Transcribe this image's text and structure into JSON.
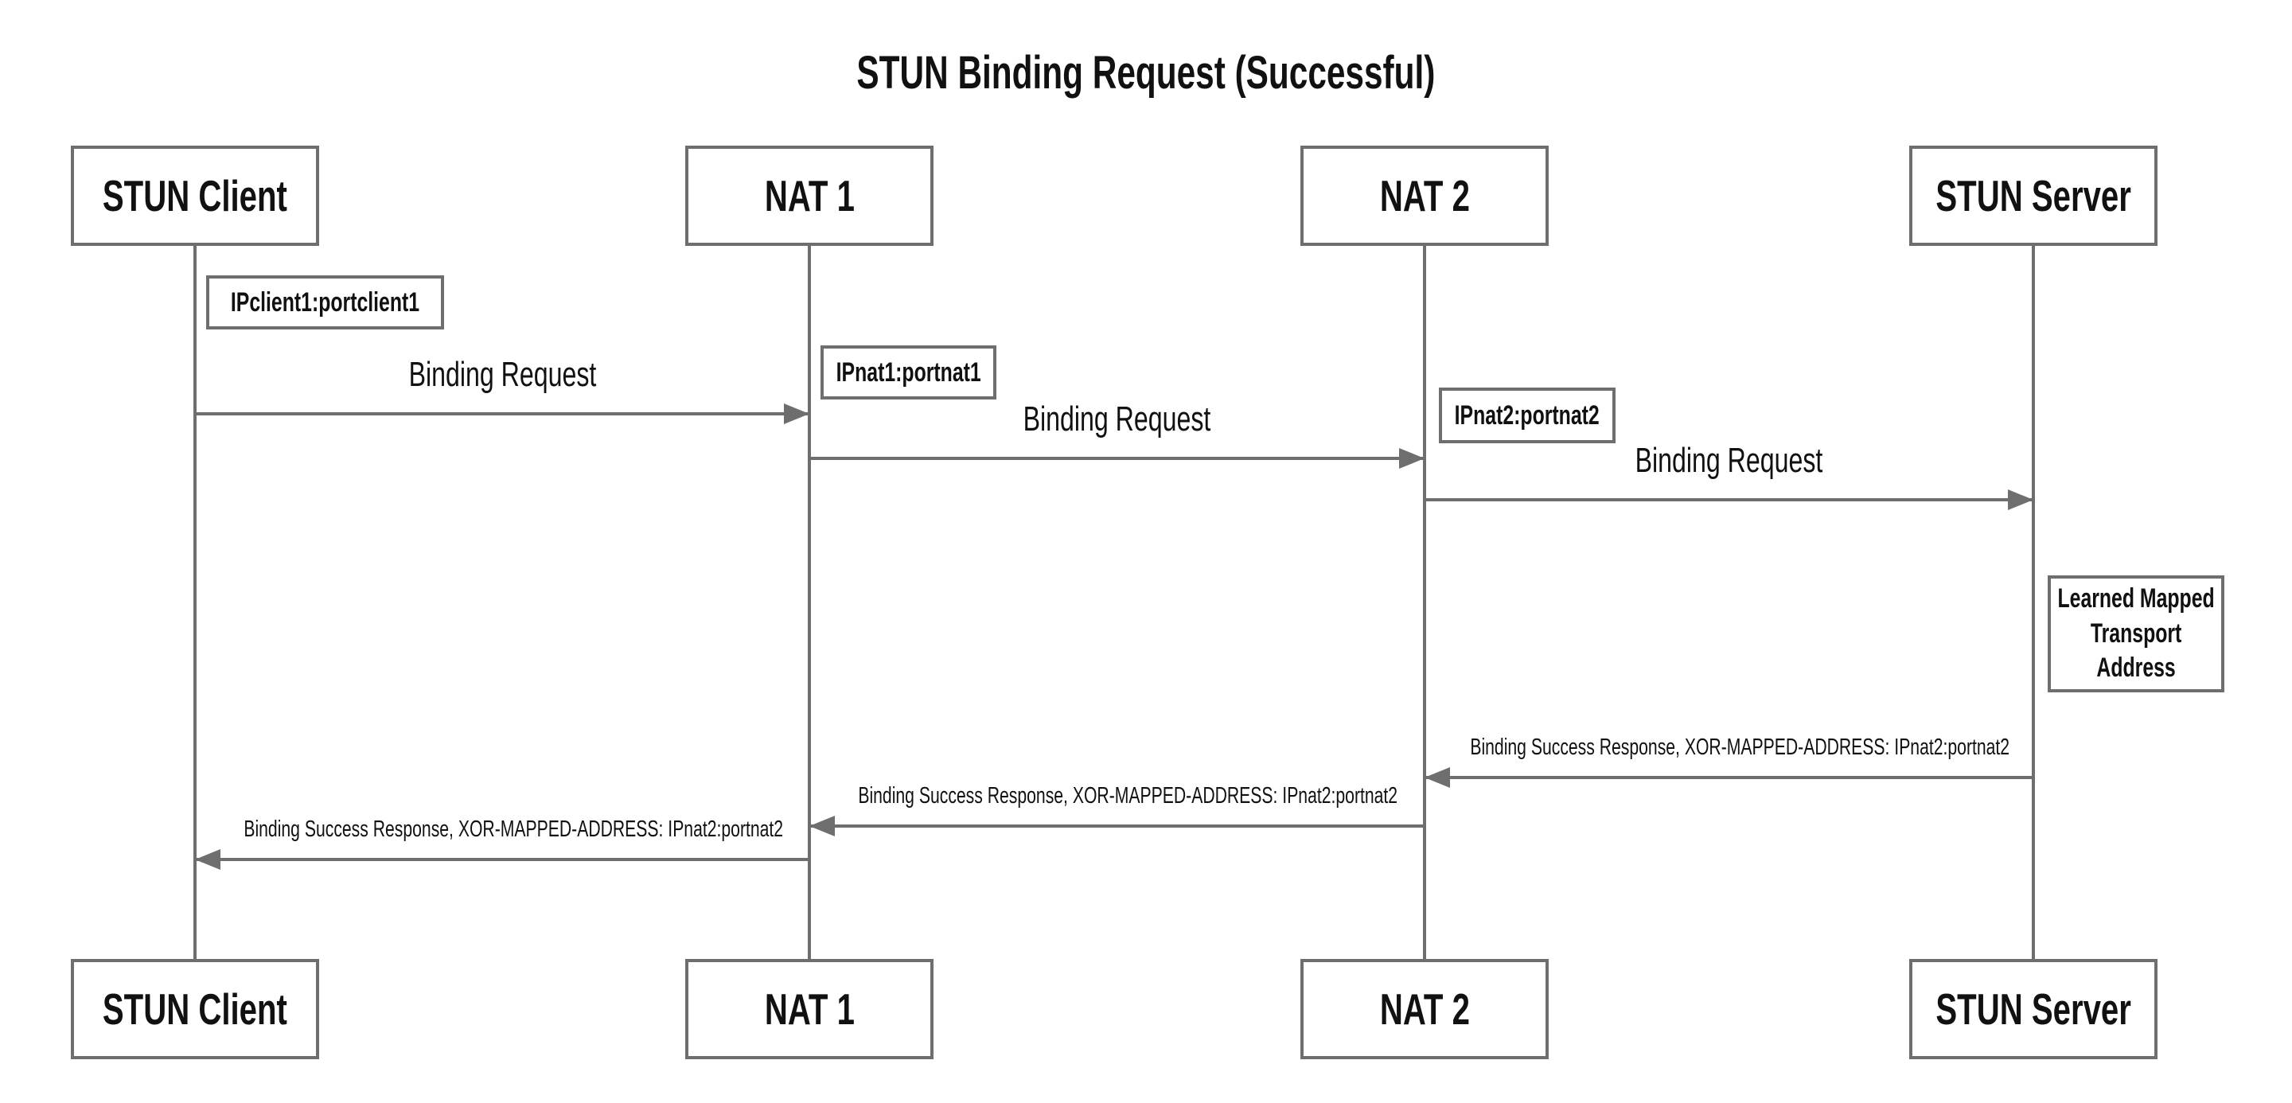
{
  "title": "STUN Binding Request (Successful)",
  "colors": {
    "line": "#6e6e6e",
    "text": "#111111",
    "background": "#ffffff"
  },
  "actors": [
    {
      "name": "STUN Client"
    },
    {
      "name": "NAT 1"
    },
    {
      "name": "NAT 2"
    },
    {
      "name": "STUN Server"
    }
  ],
  "notes": [
    {
      "text": "IPclient1:portclient1",
      "anchor": "right of STUN Client"
    },
    {
      "text": "IPnat1:portnat1",
      "anchor": "right of NAT 1"
    },
    {
      "text": "IPnat2:portnat2",
      "anchor": "right of NAT 2"
    },
    {
      "text": "Learned Mapped Transport Address",
      "lines": [
        "Learned Mapped",
        "Transport",
        "Address"
      ],
      "anchor": "right of STUN Server"
    }
  ],
  "messages": [
    {
      "from": "STUN Client",
      "to": "NAT 1",
      "direction": "right",
      "label": "Binding Request"
    },
    {
      "from": "NAT 1",
      "to": "NAT 2",
      "direction": "right",
      "label": "Binding Request"
    },
    {
      "from": "NAT 2",
      "to": "STUN Server",
      "direction": "right",
      "label": "Binding Request"
    },
    {
      "from": "STUN Server",
      "to": "NAT 2",
      "direction": "left",
      "label": "Binding Success Response, XOR-MAPPED-ADDRESS: IPnat2:portnat2"
    },
    {
      "from": "NAT 2",
      "to": "NAT 1",
      "direction": "left",
      "label": "Binding Success Response, XOR-MAPPED-ADDRESS: IPnat2:portnat2"
    },
    {
      "from": "NAT 1",
      "to": "STUN Client",
      "direction": "left",
      "label": "Binding Success Response, XOR-MAPPED-ADDRESS: IPnat2:portnat2"
    }
  ]
}
